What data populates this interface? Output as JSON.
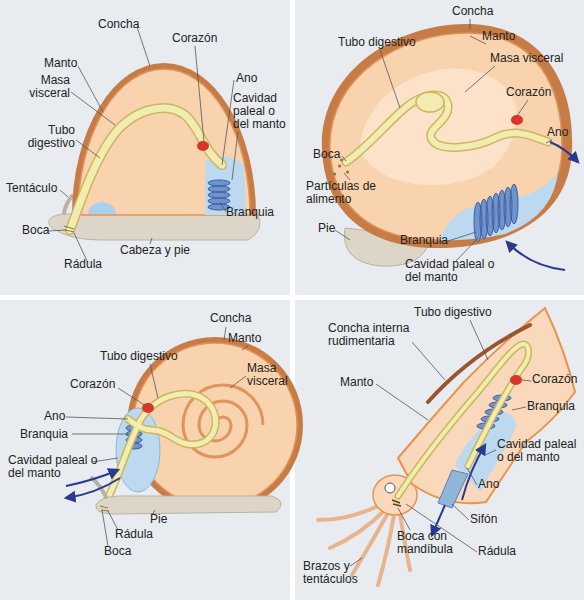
{
  "diagram": {
    "labels": [
      "Concha",
      "Corazón",
      "Manto",
      "Masa visceral",
      "Ano",
      "Cavidad paleal o del manto",
      "Tubo digestivo",
      "Tentáculo",
      "Branquia",
      "Boca",
      "Cabeza y pie",
      "Rádula",
      "Concha",
      "Tubo digestivo",
      "Manto",
      "Masa visceral",
      "Corazón",
      "Ano",
      "Boca",
      "Partículas de alimento",
      "Pie",
      "Branquia",
      "Cavidad paleal o del manto",
      "Concha",
      "Manto",
      "Tubo digestivo",
      "Masa visceral",
      "Corazón",
      "Ano",
      "Branquia",
      "Cavidad paleal o del manto",
      "Pie",
      "Rádula",
      "Boca",
      "Tubo digestivo",
      "Concha interna rudimentaria",
      "Manto",
      "Corazón",
      "Branquia",
      "Cavidad paleal o del manto",
      "Ano",
      "Sifón",
      "Boca con mandíbula",
      "Rádula",
      "Brazos y tentáculos"
    ]
  }
}
